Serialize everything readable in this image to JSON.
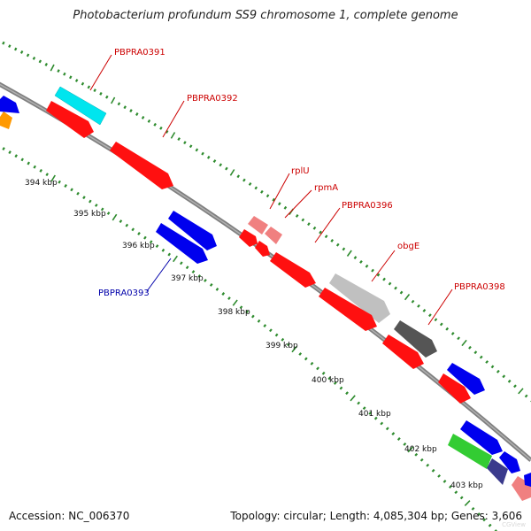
{
  "title": "Photobacterium profundum SS9 chromosome 1, complete genome",
  "footer": {
    "accession": "Accession: NC_006370",
    "summary": "Topology: circular; Length: 4,085,304 bp; Genes: 3,606"
  },
  "watermark": "CGView",
  "colors": {
    "backbone": "#808080",
    "tick": "#2e8b2e",
    "forward_cds": "#ff0000",
    "reverse_cds": "#0000ff",
    "label_forward": "#cc0000",
    "label_reverse": "#0000aa"
  },
  "scale_labels": [
    {
      "text": "394 kbp"
    },
    {
      "text": "395 kbp"
    },
    {
      "text": "396 kbp"
    },
    {
      "text": "397 kbp"
    },
    {
      "text": "398 kbp"
    },
    {
      "text": "399 kbp"
    },
    {
      "text": "400 kbp"
    },
    {
      "text": "401 kbp"
    },
    {
      "text": "402 kbp"
    },
    {
      "text": "403 kbp"
    }
  ],
  "gene_labels": [
    {
      "text": "PBPRA0391",
      "strand": "forward"
    },
    {
      "text": "PBPRA0392",
      "strand": "forward"
    },
    {
      "text": "rplU",
      "strand": "forward"
    },
    {
      "text": "rpmA",
      "strand": "forward"
    },
    {
      "text": "PBPRA0396",
      "strand": "forward"
    },
    {
      "text": "obgE",
      "strand": "forward"
    },
    {
      "text": "PBPRA0398",
      "strand": "forward"
    },
    {
      "text": "PBPRA0393",
      "strand": "reverse"
    }
  ]
}
